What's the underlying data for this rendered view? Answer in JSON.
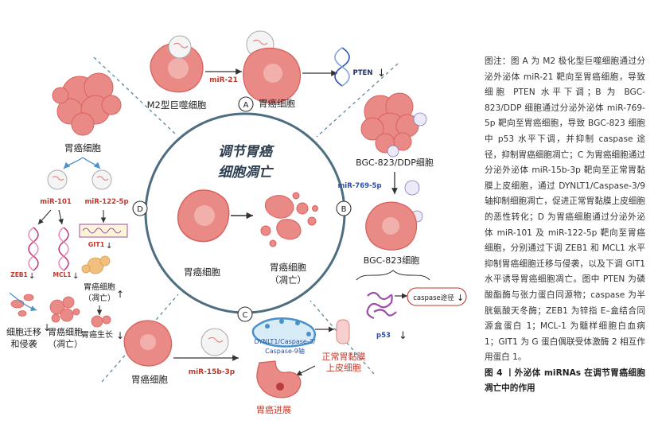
{
  "figure": {
    "center": {
      "title_line1": "调节胃癌",
      "title_line2": "细胞凋亡",
      "cell_label": "胃癌细胞",
      "apoptotic_label": "胃癌细胞",
      "apoptotic_note": "（凋亡）"
    },
    "panel_a": {
      "badge": "A",
      "macrophage_label": "M2型巨噬细胞",
      "mirna": "miR-21",
      "cancer_label": "胃癌细胞",
      "target": "PTEN"
    },
    "panel_b": {
      "badge": "B",
      "ddp_label": "BGC-823/DDP细胞",
      "mirna": "miR-769-5p",
      "bgc_label": "BGC-823细胞",
      "pathway": "caspase途径",
      "p53": "p53"
    },
    "panel_c": {
      "badge": "C",
      "cancer_label": "胃癌细胞",
      "mirna": "miR-15b-3p",
      "axis_line1": "DYNLT1/Caspase-3/",
      "axis_line2": "Caspase-9轴",
      "mucosa_line1": "正常胃黏膜",
      "mucosa_line2": "上皮细胞",
      "progress": "胃癌进展"
    },
    "panel_d": {
      "badge": "D",
      "cancer_label": "胃癌细胞",
      "mirna1": "miR-101",
      "mirna2": "miR-122-5p",
      "zeb1": "ZEB1",
      "mcl1": "MCL1",
      "git1": "GIT1",
      "migration_line1": "细胞迁移",
      "migration_line2": "和侵袭",
      "apoptosis_line1": "胃癌细胞",
      "apoptosis_line2": "（凋亡）",
      "apoptosis2_line1": "胃癌细胞",
      "apoptosis2_line2": "（凋亡）",
      "growth": "胃癌生长"
    }
  },
  "caption": {
    "body": "图注：图 A 为 M2 极化型巨噬细胞通过分泌外泌体 miR-21 靶向至胃癌细胞，导致细胞 PTEN 水平下调；B 为 BGC-823/DDP 细胞通过分泌外泌体 miR-769-5p 靶向至胃癌细胞，导致 BGC-823 细胞中 p53 水平下调，并抑制 caspase 途径，抑制胃癌细胞凋亡；C 为胃癌细胞通过分泌外泌体 miR-15b-3p 靶向至正常胃黏膜上皮细胞，通过 DYNLT1/Caspase-3/9 轴抑制细胞凋亡，促进正常胃黏膜上皮细胞的恶性转化；D 为胃癌细胞通过分泌外泌体 miR-101 及 miR-122-5p 靶向至胃癌细胞，分别通过下调 ZEB1 和 MCL1 水平抑制胃癌细胞迁移与侵袭，以及下调 GIT1 水平诱导胃癌细胞凋亡。图中 PTEN 为磷酸酯酶与张力蛋白同源物；caspase 为半胱氨酸天冬酶；ZEB1 为锌指 E–盒结合同源盒蛋白 1；MCL-1 为髓样细胞白血病 1；GIT1 为 G 蛋白偶联受体激酶 2 相互作用蛋白 1。",
    "title": "图 4 丨外泌体 miRNAs 在调节胃癌细胞凋亡中的作用"
  },
  "colors": {
    "cell": "#e98a86",
    "cell_dark": "#d9615e",
    "circle": "#4d6d80",
    "mirna_red": "#c0392b",
    "dna_blue": "#2c4fa8",
    "dna_pink": "#c2357a",
    "accent_green": "#4cae9a"
  }
}
